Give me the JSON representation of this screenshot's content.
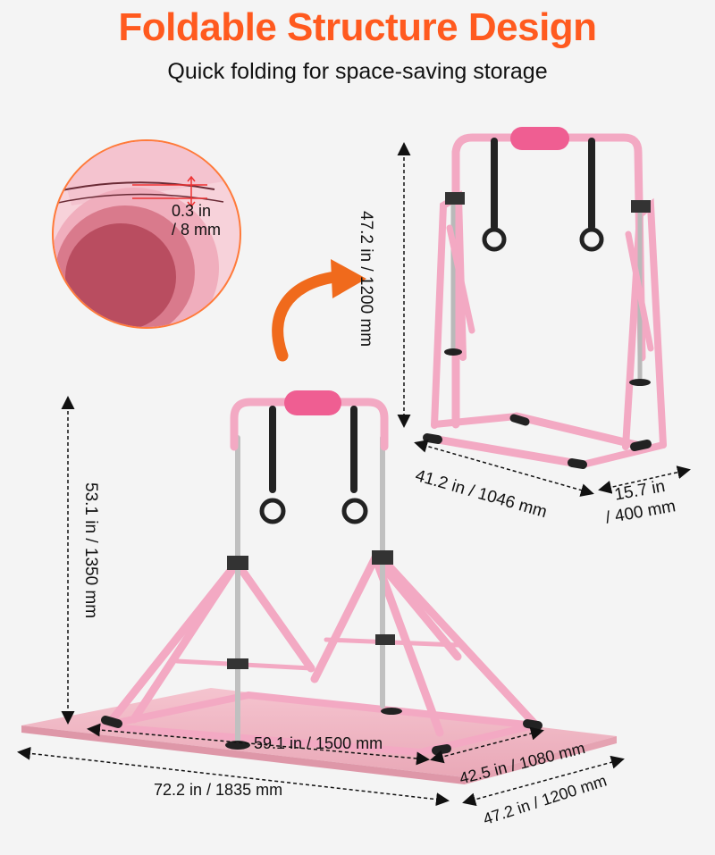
{
  "header": {
    "title": "Foldable Structure Design",
    "subtitle": "Quick folding for space-saving storage"
  },
  "colors": {
    "title": "#ff5a1f",
    "frame_pink": "#f3a9c3",
    "mat_pink": "#f0b7c4",
    "cushion_pink": "#ef5e92",
    "arrow_orange": "#f06a1c",
    "strap_black": "#222222"
  },
  "icons": {
    "fold_arrow": "curved-arrow-icon",
    "zoom_circle": "mat-thickness-zoom-icon"
  },
  "mat_detail": {
    "thickness_in": "0.3 in",
    "thickness_mm": "/ 8 mm"
  },
  "folded": {
    "height": "47.2 in / 1200 mm",
    "width": "41.2 in / 1046 mm",
    "depth_in": "15.7 in",
    "depth_mm": "/ 400 mm"
  },
  "unfolded": {
    "height": "53.1 in / 1350 mm",
    "inner_width": "59.1 in / 1500 mm",
    "inner_depth": "42.5 in / 1080 mm",
    "mat_length": "72.2 in / 1835 mm",
    "mat_width": "47.2 in / 1200 mm"
  }
}
